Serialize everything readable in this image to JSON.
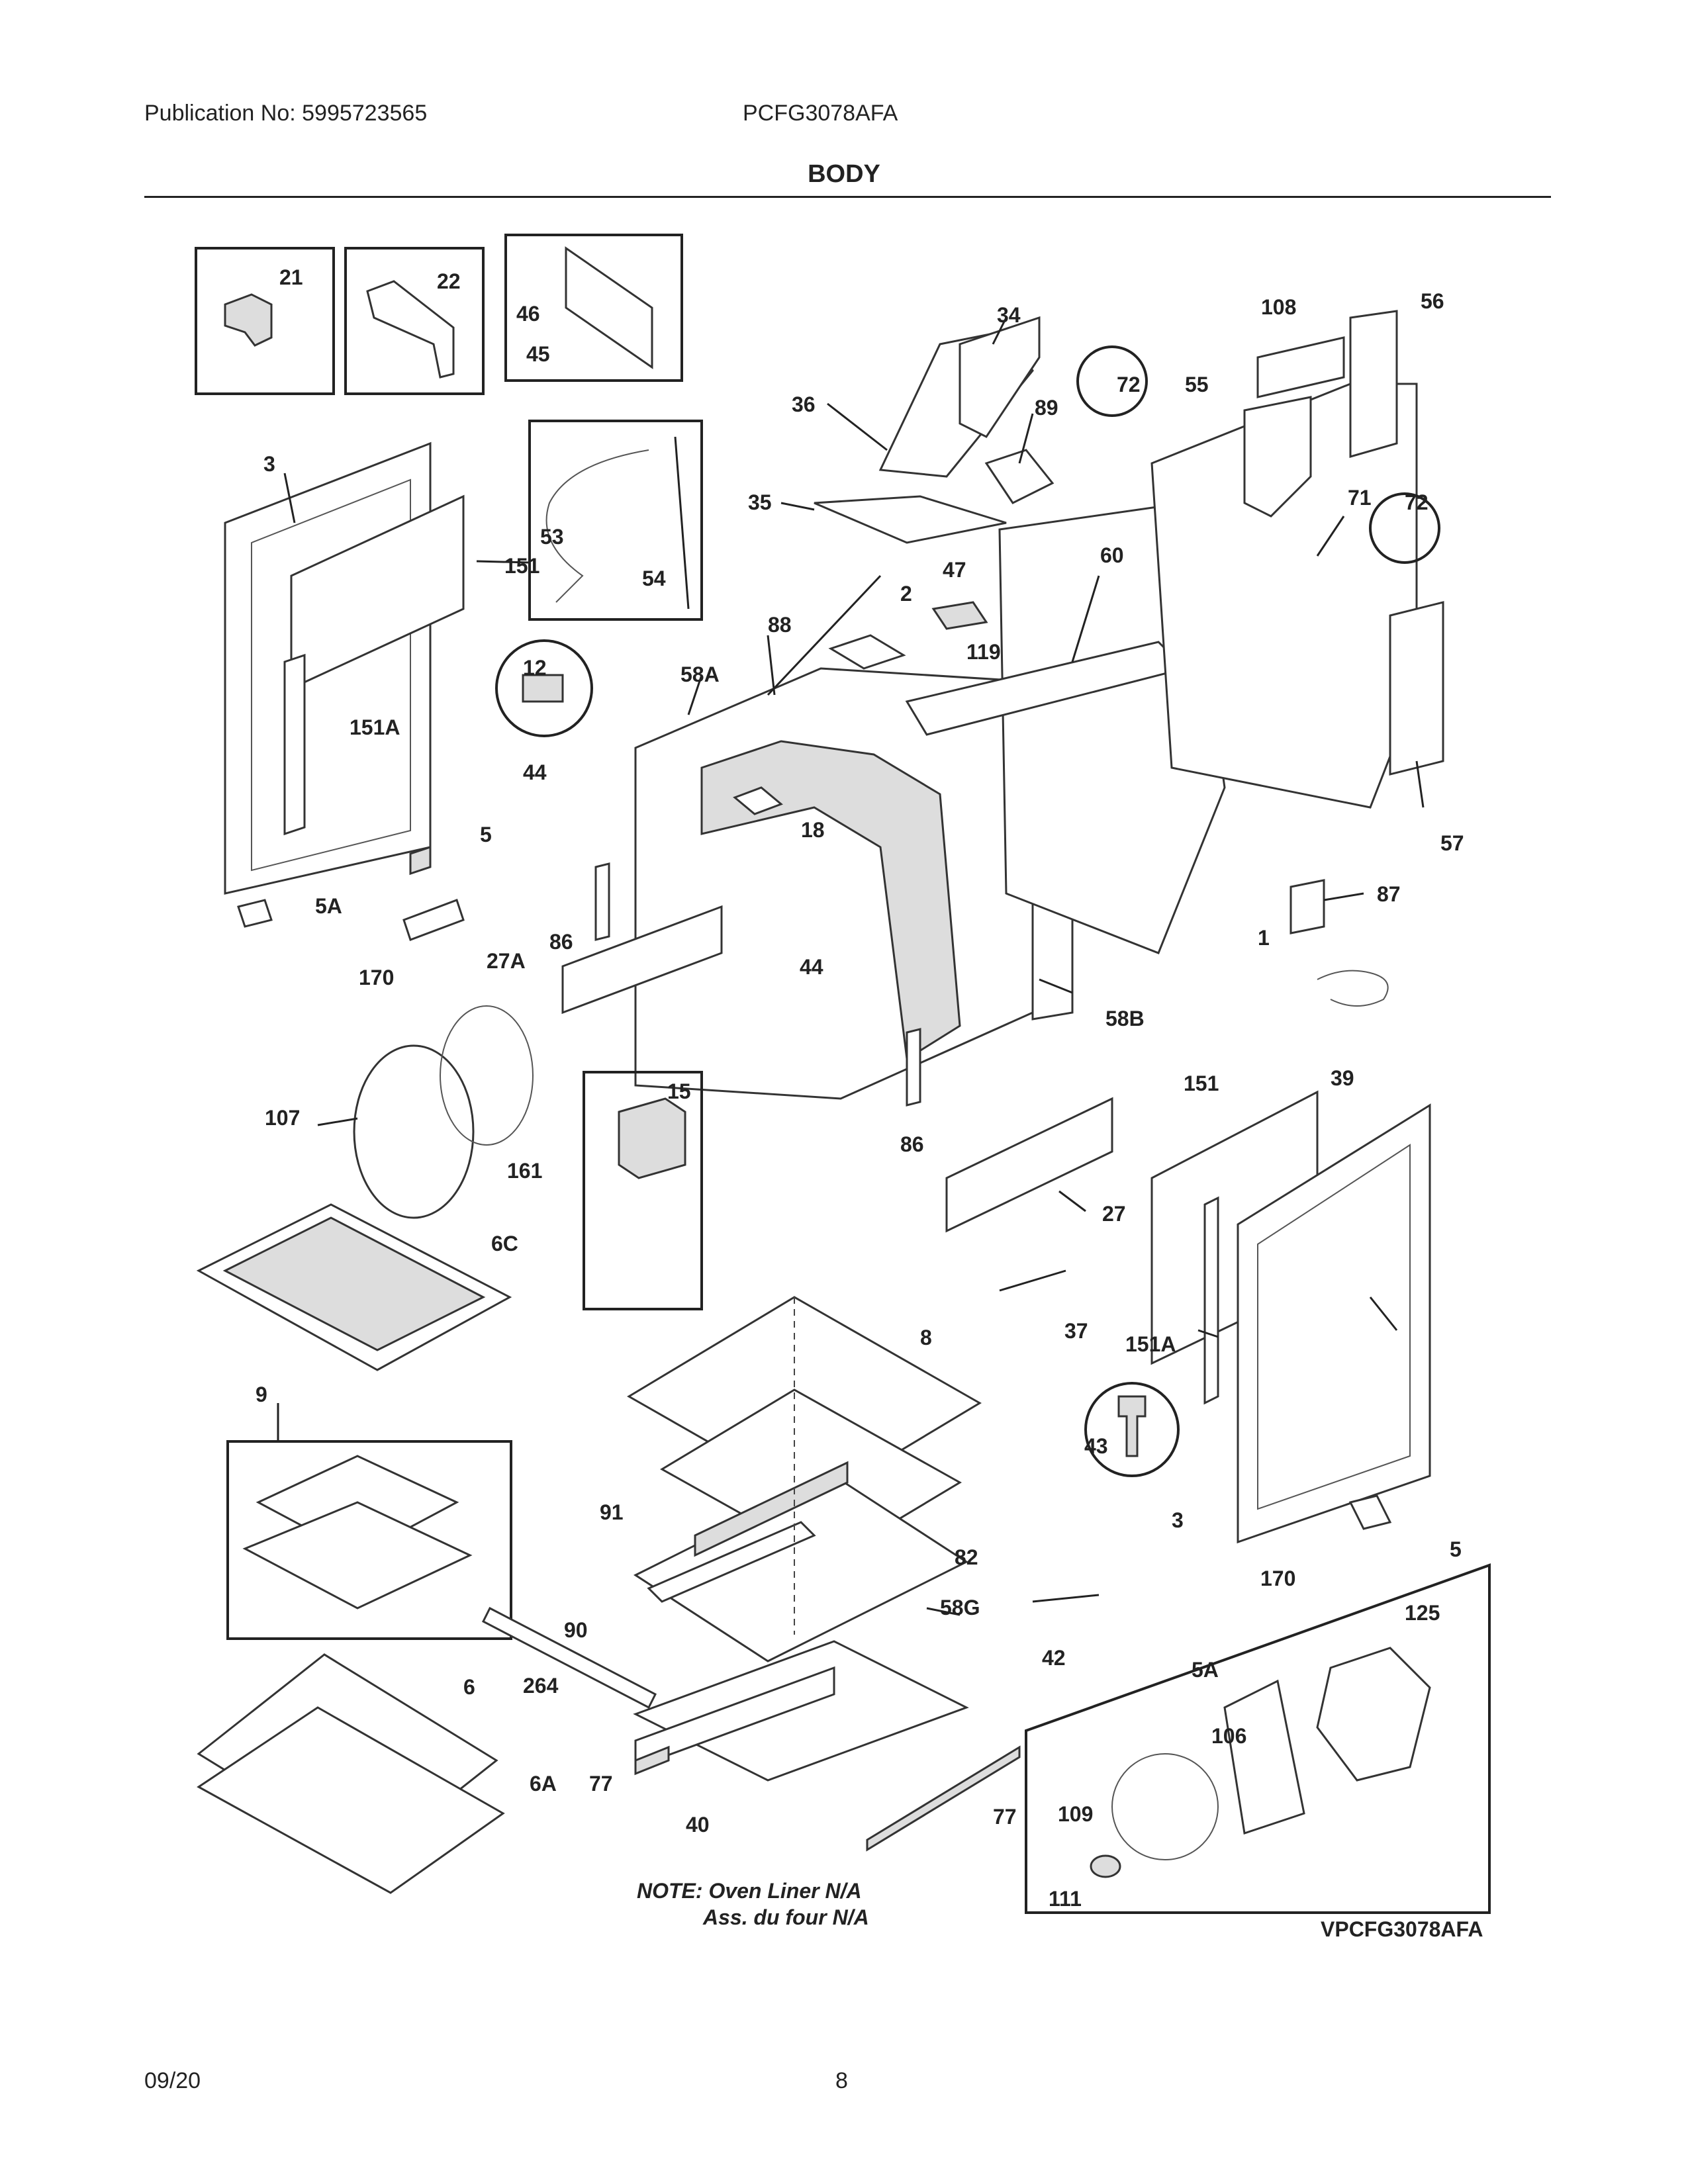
{
  "header": {
    "publication": "Publication No: 5995723565",
    "model": "PCFG3078AFA",
    "section_title": "BODY"
  },
  "footer": {
    "date": "09/20",
    "page_number": "8"
  },
  "note": {
    "line1": "NOTE: Oven Liner N/A",
    "line2": "Ass. du four N/A"
  },
  "inset_label": "VPCFG3078AFA",
  "part_labels": [
    "21",
    "22",
    "46",
    "45",
    "34",
    "108",
    "56",
    "72",
    "55",
    "36",
    "89",
    "3",
    "53",
    "151",
    "54",
    "35",
    "71",
    "72",
    "47",
    "60",
    "2",
    "88",
    "119",
    "12",
    "58A",
    "151A",
    "44",
    "18",
    "57",
    "5",
    "87",
    "5A",
    "86",
    "44",
    "1",
    "170",
    "27A",
    "58B",
    "39",
    "15",
    "107",
    "161",
    "86",
    "151",
    "27",
    "6C",
    "37",
    "151A",
    "8",
    "9",
    "43",
    "91",
    "82",
    "3",
    "5",
    "58G",
    "170",
    "42",
    "90",
    "125",
    "264",
    "5A",
    "6",
    "106",
    "77",
    "6A",
    "77",
    "40",
    "109",
    "111"
  ]
}
